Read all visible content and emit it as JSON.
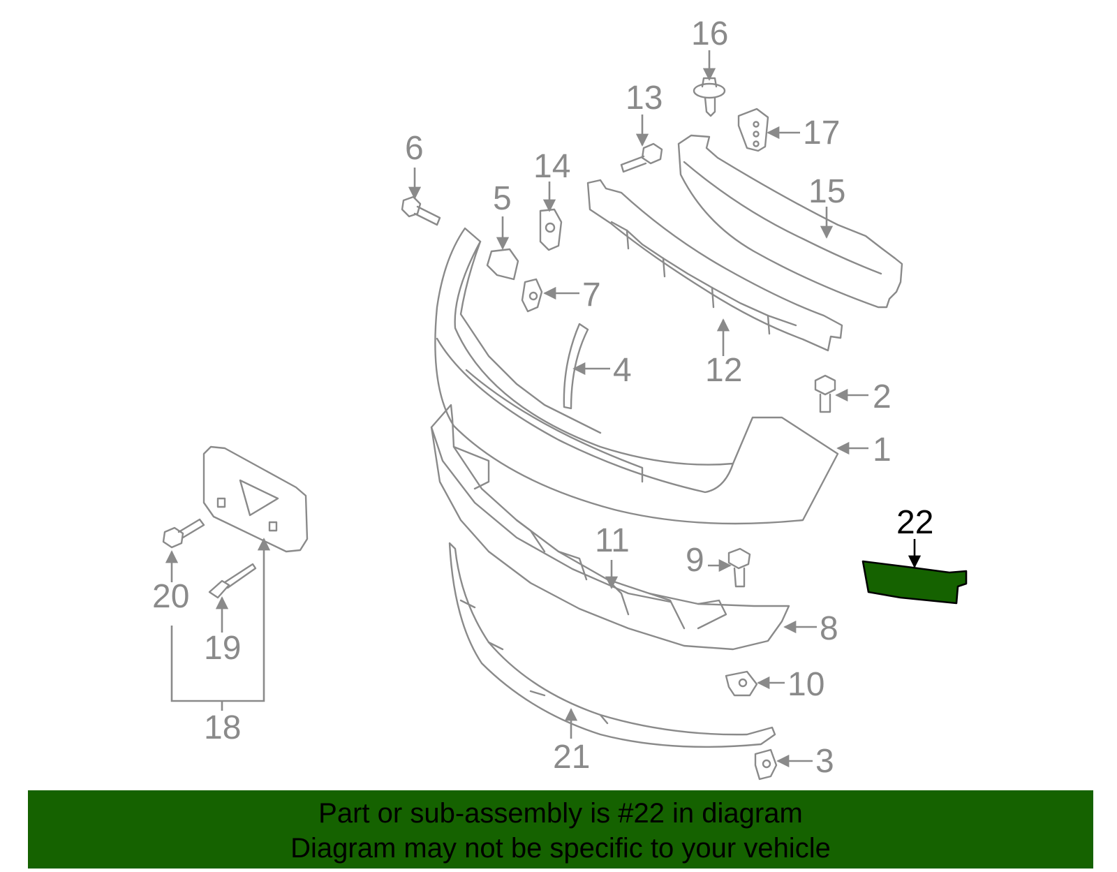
{
  "highlight_color": "#156200",
  "parts": {
    "p1": "1",
    "p2": "2",
    "p3": "3",
    "p4": "4",
    "p5": "5",
    "p6": "6",
    "p7": "7",
    "p8": "8",
    "p9": "9",
    "p10": "10",
    "p11": "11",
    "p12": "12",
    "p13": "13",
    "p14": "14",
    "p15": "15",
    "p16": "16",
    "p17": "17",
    "p18": "18",
    "p19": "19",
    "p20": "20",
    "p21": "21",
    "p22": "22"
  },
  "banner": {
    "line1": "Part or sub-assembly is #22 in diagram",
    "line2": "Diagram may not be specific to your vehicle"
  }
}
